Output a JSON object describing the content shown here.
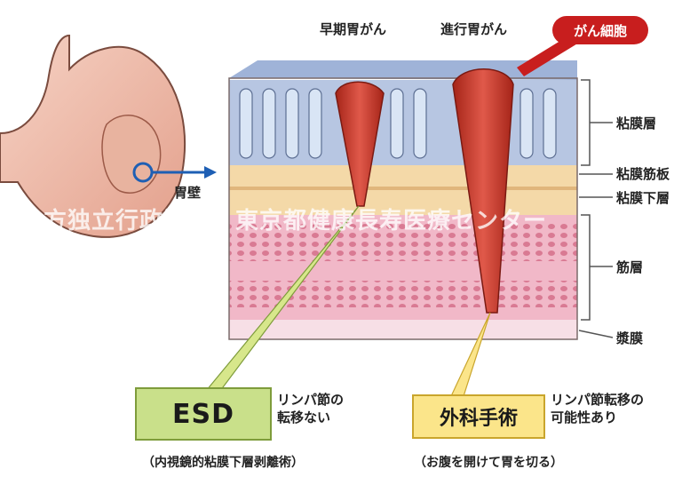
{
  "labels": {
    "early_cancer": "早期胃がん",
    "advanced_cancer": "進行胃がん",
    "cancer_cell": "がん細胞",
    "stomach_wall": "胃壁"
  },
  "layers": [
    {
      "label": "粘膜層"
    },
    {
      "label": "粘膜筋板"
    },
    {
      "label": "粘膜下層"
    },
    {
      "label": "筋層"
    },
    {
      "label": "漿膜"
    }
  ],
  "esd": {
    "title": "ESD",
    "note_line1": "リンパ節の",
    "note_line2": "転移ない",
    "subtitle": "（内視鏡的粘膜下層剥離術）"
  },
  "surgery": {
    "title": "外科手術",
    "note_line1": "リンパ節転移の",
    "note_line2": "可能性あり",
    "subtitle": "（お腹を開けて胃を切る）"
  },
  "watermark": "地方独立行政法人　東京都健康長寿医療センター",
  "colors": {
    "cancer": "#c23b2b",
    "badge": "#c81e1e",
    "esd_box": "#c9e08a",
    "surgery_box": "#fbe58a",
    "mucosa": "#b7c6e2",
    "submucosa": "#f4d9a8",
    "muscle": "#f1b8c8",
    "pointer_blue": "#1e5fb4"
  }
}
